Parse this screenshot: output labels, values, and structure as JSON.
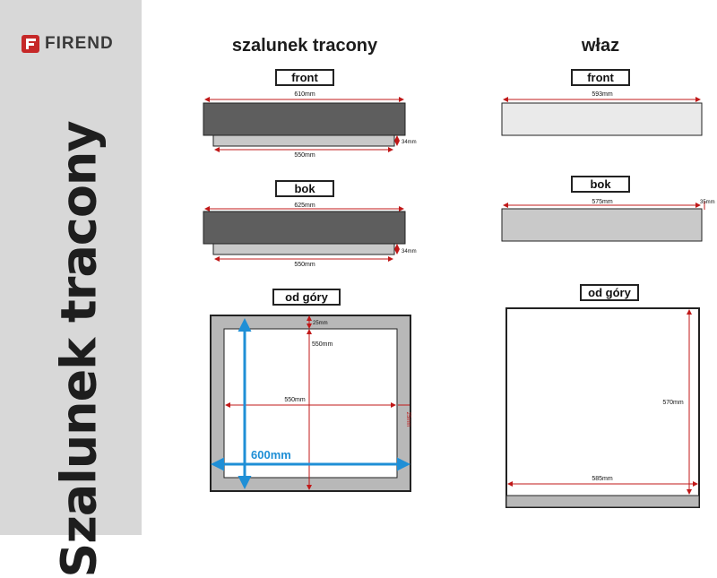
{
  "brand": {
    "name": "FIREND"
  },
  "sidebar": {
    "title": "Szalunek tracony"
  },
  "columns": {
    "left": {
      "heading": "szalunek tracony",
      "front": {
        "label": "front",
        "top_width": "610mm",
        "bottom_width": "550mm",
        "height": "34mm"
      },
      "bok": {
        "label": "bok",
        "top_width": "625mm",
        "bottom_width": "550mm",
        "height": "34mm"
      },
      "top_view": {
        "label": "od góry",
        "frame": "25mm",
        "inner_h": "550mm",
        "inner_w": "550mm",
        "side": "25mm",
        "overall": "600mm"
      }
    },
    "right": {
      "heading": "właz",
      "front": {
        "label": "front",
        "width": "593mm"
      },
      "bok": {
        "label": "bok",
        "width": "575mm",
        "height": "35mm"
      },
      "top_view": {
        "label": "od góry",
        "height": "570mm",
        "width": "585mm"
      }
    }
  },
  "colors": {
    "sidebar": "#d8d8d8",
    "dark_block": "#5e5e5e",
    "light_block": "#c9c9c9",
    "dimension": "#c01818",
    "overall_dimension": "#1f8fd6",
    "logo": "#c62828"
  }
}
